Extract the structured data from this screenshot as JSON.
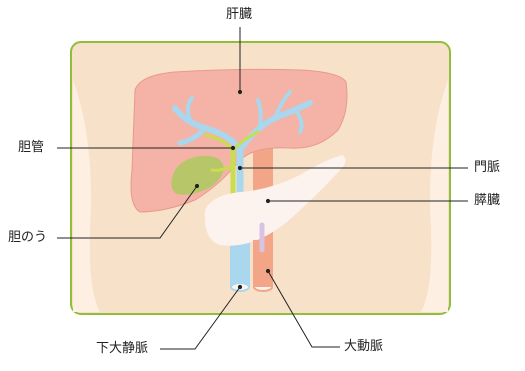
{
  "labels": {
    "liver": "肝臓",
    "bile_duct": "胆管",
    "gallbladder": "胆のう",
    "portal_vein": "門脈",
    "pancreas": "膵臓",
    "ivc": "下大静脈",
    "aorta": "大動脈"
  },
  "colors": {
    "frame_border": "#8fbf3a",
    "frame_fill": "#f8e1c9",
    "liver": "#f4b3a6",
    "liver_edge": "#e8998c",
    "bile_duct": "#c9dd4e",
    "gallbladder": "#b8c66a",
    "portal_vein": "#a9d7ee",
    "pancreas": "#fdf3ee",
    "ivc": "#a9d7ee",
    "aorta": "#f3a687",
    "leader_line": "#222222"
  }
}
